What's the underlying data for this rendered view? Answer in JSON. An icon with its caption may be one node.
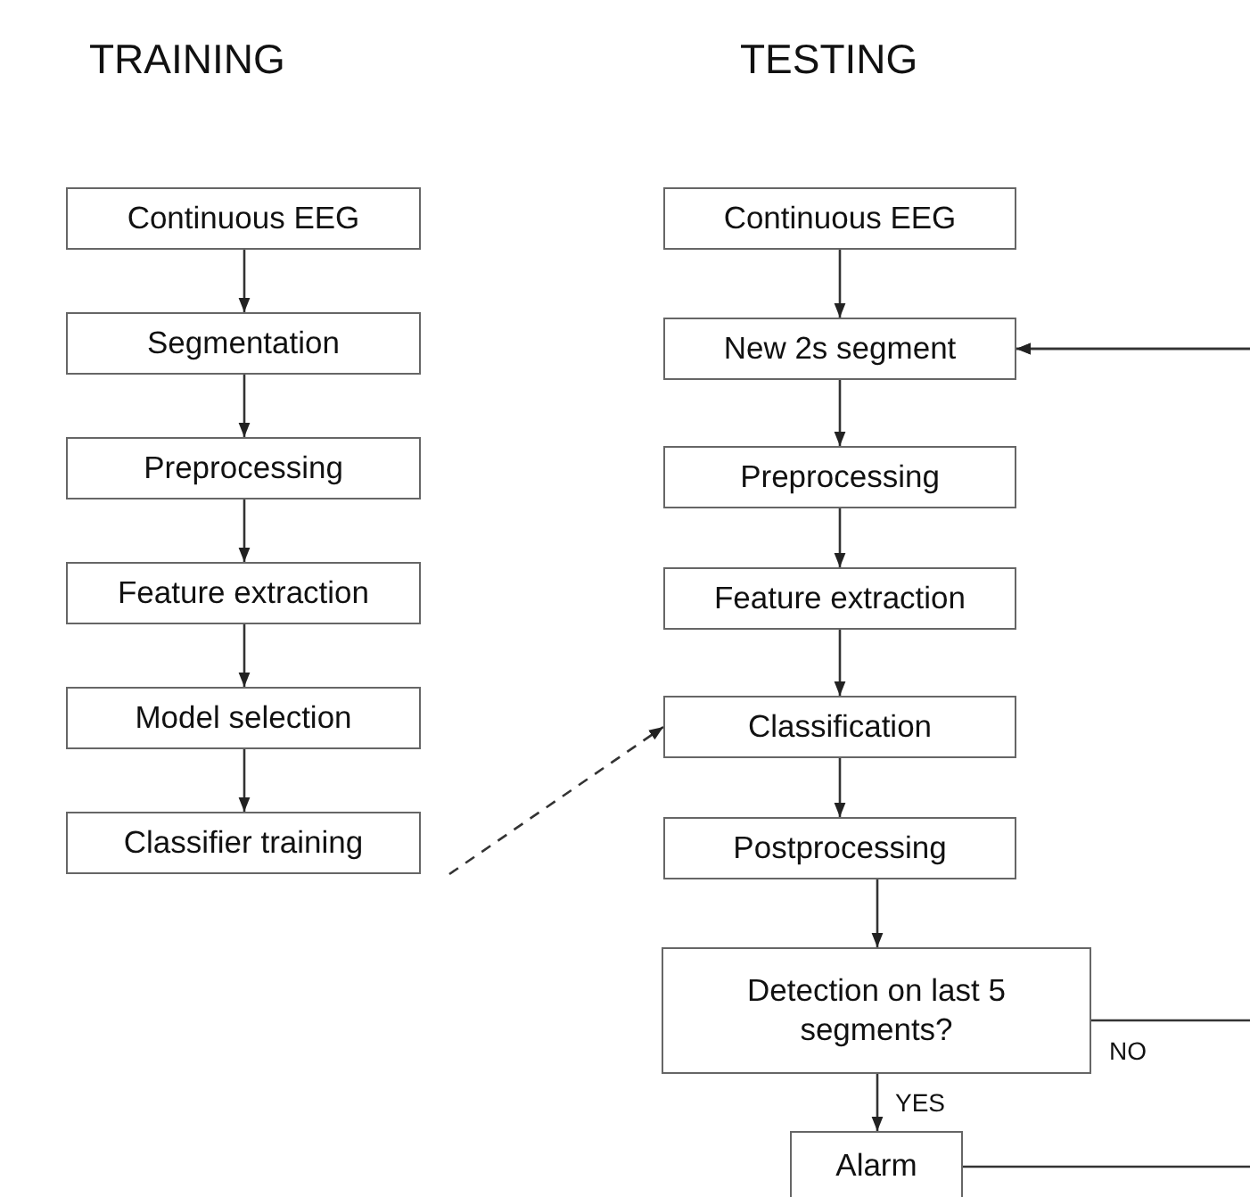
{
  "diagram": {
    "nodes": [
      {
        "text": [
          "Continuous EEG"
        ]
      },
      {
        "text": [
          "Segmentation"
        ]
      },
      {
        "text": [
          "Preprocessing"
        ]
      },
      {
        "text": [
          "Feature extraction"
        ]
      },
      {
        "text": [
          "Model selection"
        ]
      },
      {
        "text": [
          "Classifier training"
        ]
      },
      {
        "text": [
          "Continuous EEG"
        ]
      },
      {
        "text": [
          "New 2s segment"
        ]
      },
      {
        "text": [
          "Preprocessing"
        ]
      },
      {
        "text": [
          "Feature extraction"
        ]
      },
      {
        "text": [
          "Classification"
        ]
      },
      {
        "text": [
          "Postprocessing"
        ]
      },
      {
        "text": [
          "Detection on last 5 segments?"
        ]
      },
      {
        "text": [
          "Alarm"
        ]
      }
    ],
    "edges": [
      {
        "from": 0,
        "to": 1,
        "arrow": "to"
      },
      {
        "from": 1,
        "to": 2,
        "arrow": "to"
      },
      {
        "from": 2,
        "to": 3,
        "arrow": "to"
      },
      {
        "from": 3,
        "to": 4,
        "arrow": "to"
      },
      {
        "from": 4,
        "to": 5,
        "arrow": "to"
      },
      {
        "from": 5,
        "to": 10,
        "arrow": "to",
        "style": "dashed"
      },
      {
        "from": 6,
        "to": 7,
        "arrow": "to"
      },
      {
        "from": 7,
        "to": 8,
        "arrow": "to"
      },
      {
        "from": 8,
        "to": 9,
        "arrow": "to"
      },
      {
        "from": 9,
        "to": 10,
        "arrow": "to"
      },
      {
        "from": 10,
        "to": 11,
        "arrow": "to"
      },
      {
        "from": 11,
        "to": 12,
        "arrow": "to"
      },
      {
        "from": 12,
        "to": 13,
        "arrow": "to",
        "label": "YES"
      },
      {
        "from": 12,
        "to": 7,
        "arrow": "to",
        "label": "NO"
      },
      {
        "from": 13,
        "to": 7,
        "arrow": "to"
      }
    ],
    "labels": [
      "TRAINING",
      "TESTING"
    ]
  }
}
